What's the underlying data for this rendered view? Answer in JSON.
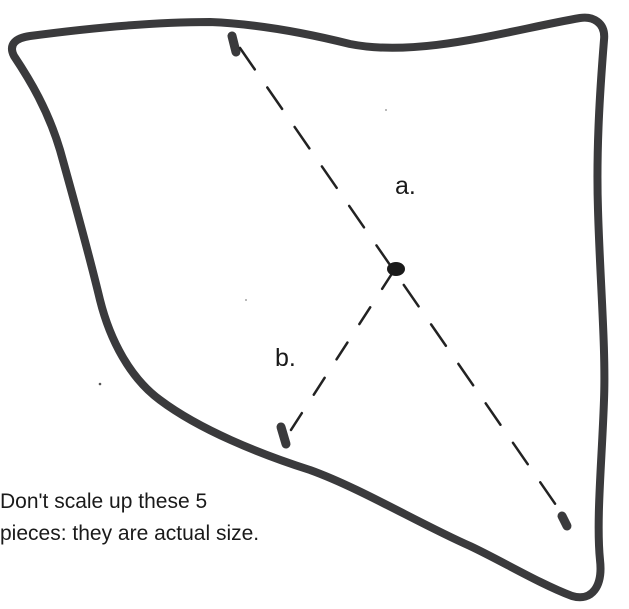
{
  "labels": {
    "a": "a.",
    "b": "b."
  },
  "note": {
    "line1": "Don't scale up these 5",
    "line2": "pieces: they are actual size."
  },
  "colors": {
    "outline": "#3a3a3c",
    "dash": "#222222",
    "text": "#1a1a1a"
  }
}
